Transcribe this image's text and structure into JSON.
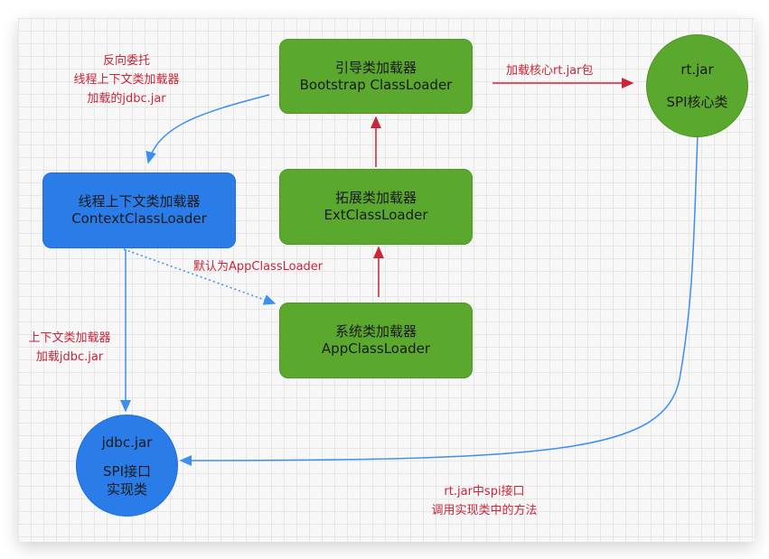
{
  "nodes": {
    "bootstrap": {
      "zh": "引导类加载器",
      "en": "Bootstrap ClassLoader"
    },
    "ext": {
      "zh": "拓展类加载器",
      "en": "ExtClassLoader"
    },
    "app": {
      "zh": "系统类加载器",
      "en": "AppClassLoader"
    },
    "context": {
      "zh": "线程上下文类加载器",
      "en": "ContextClassLoader"
    },
    "rtjar": {
      "line1": "rt.jar",
      "line2": "SPI核心类"
    },
    "jdbc": {
      "line1": "jdbc.jar",
      "line2": "SPI接口",
      "line3": "实现类"
    }
  },
  "labels": {
    "reverse": [
      "反向委托",
      "线程上下文类加载器",
      "加载的jdbc.jar"
    ],
    "load_rt": "加载核心rt.jar包",
    "default_app": "默认为AppClassLoader",
    "context_load": [
      "上下文类加载器",
      "加载jdbc.jar"
    ],
    "call": [
      "rt.jar中spi接口",
      "调用实现类中的方法"
    ]
  },
  "colors": {
    "green": "#5aa82e",
    "blue": "#2a7de8",
    "red_arrow": "#c8263a",
    "blue_arrow": "#3b8ff0"
  }
}
